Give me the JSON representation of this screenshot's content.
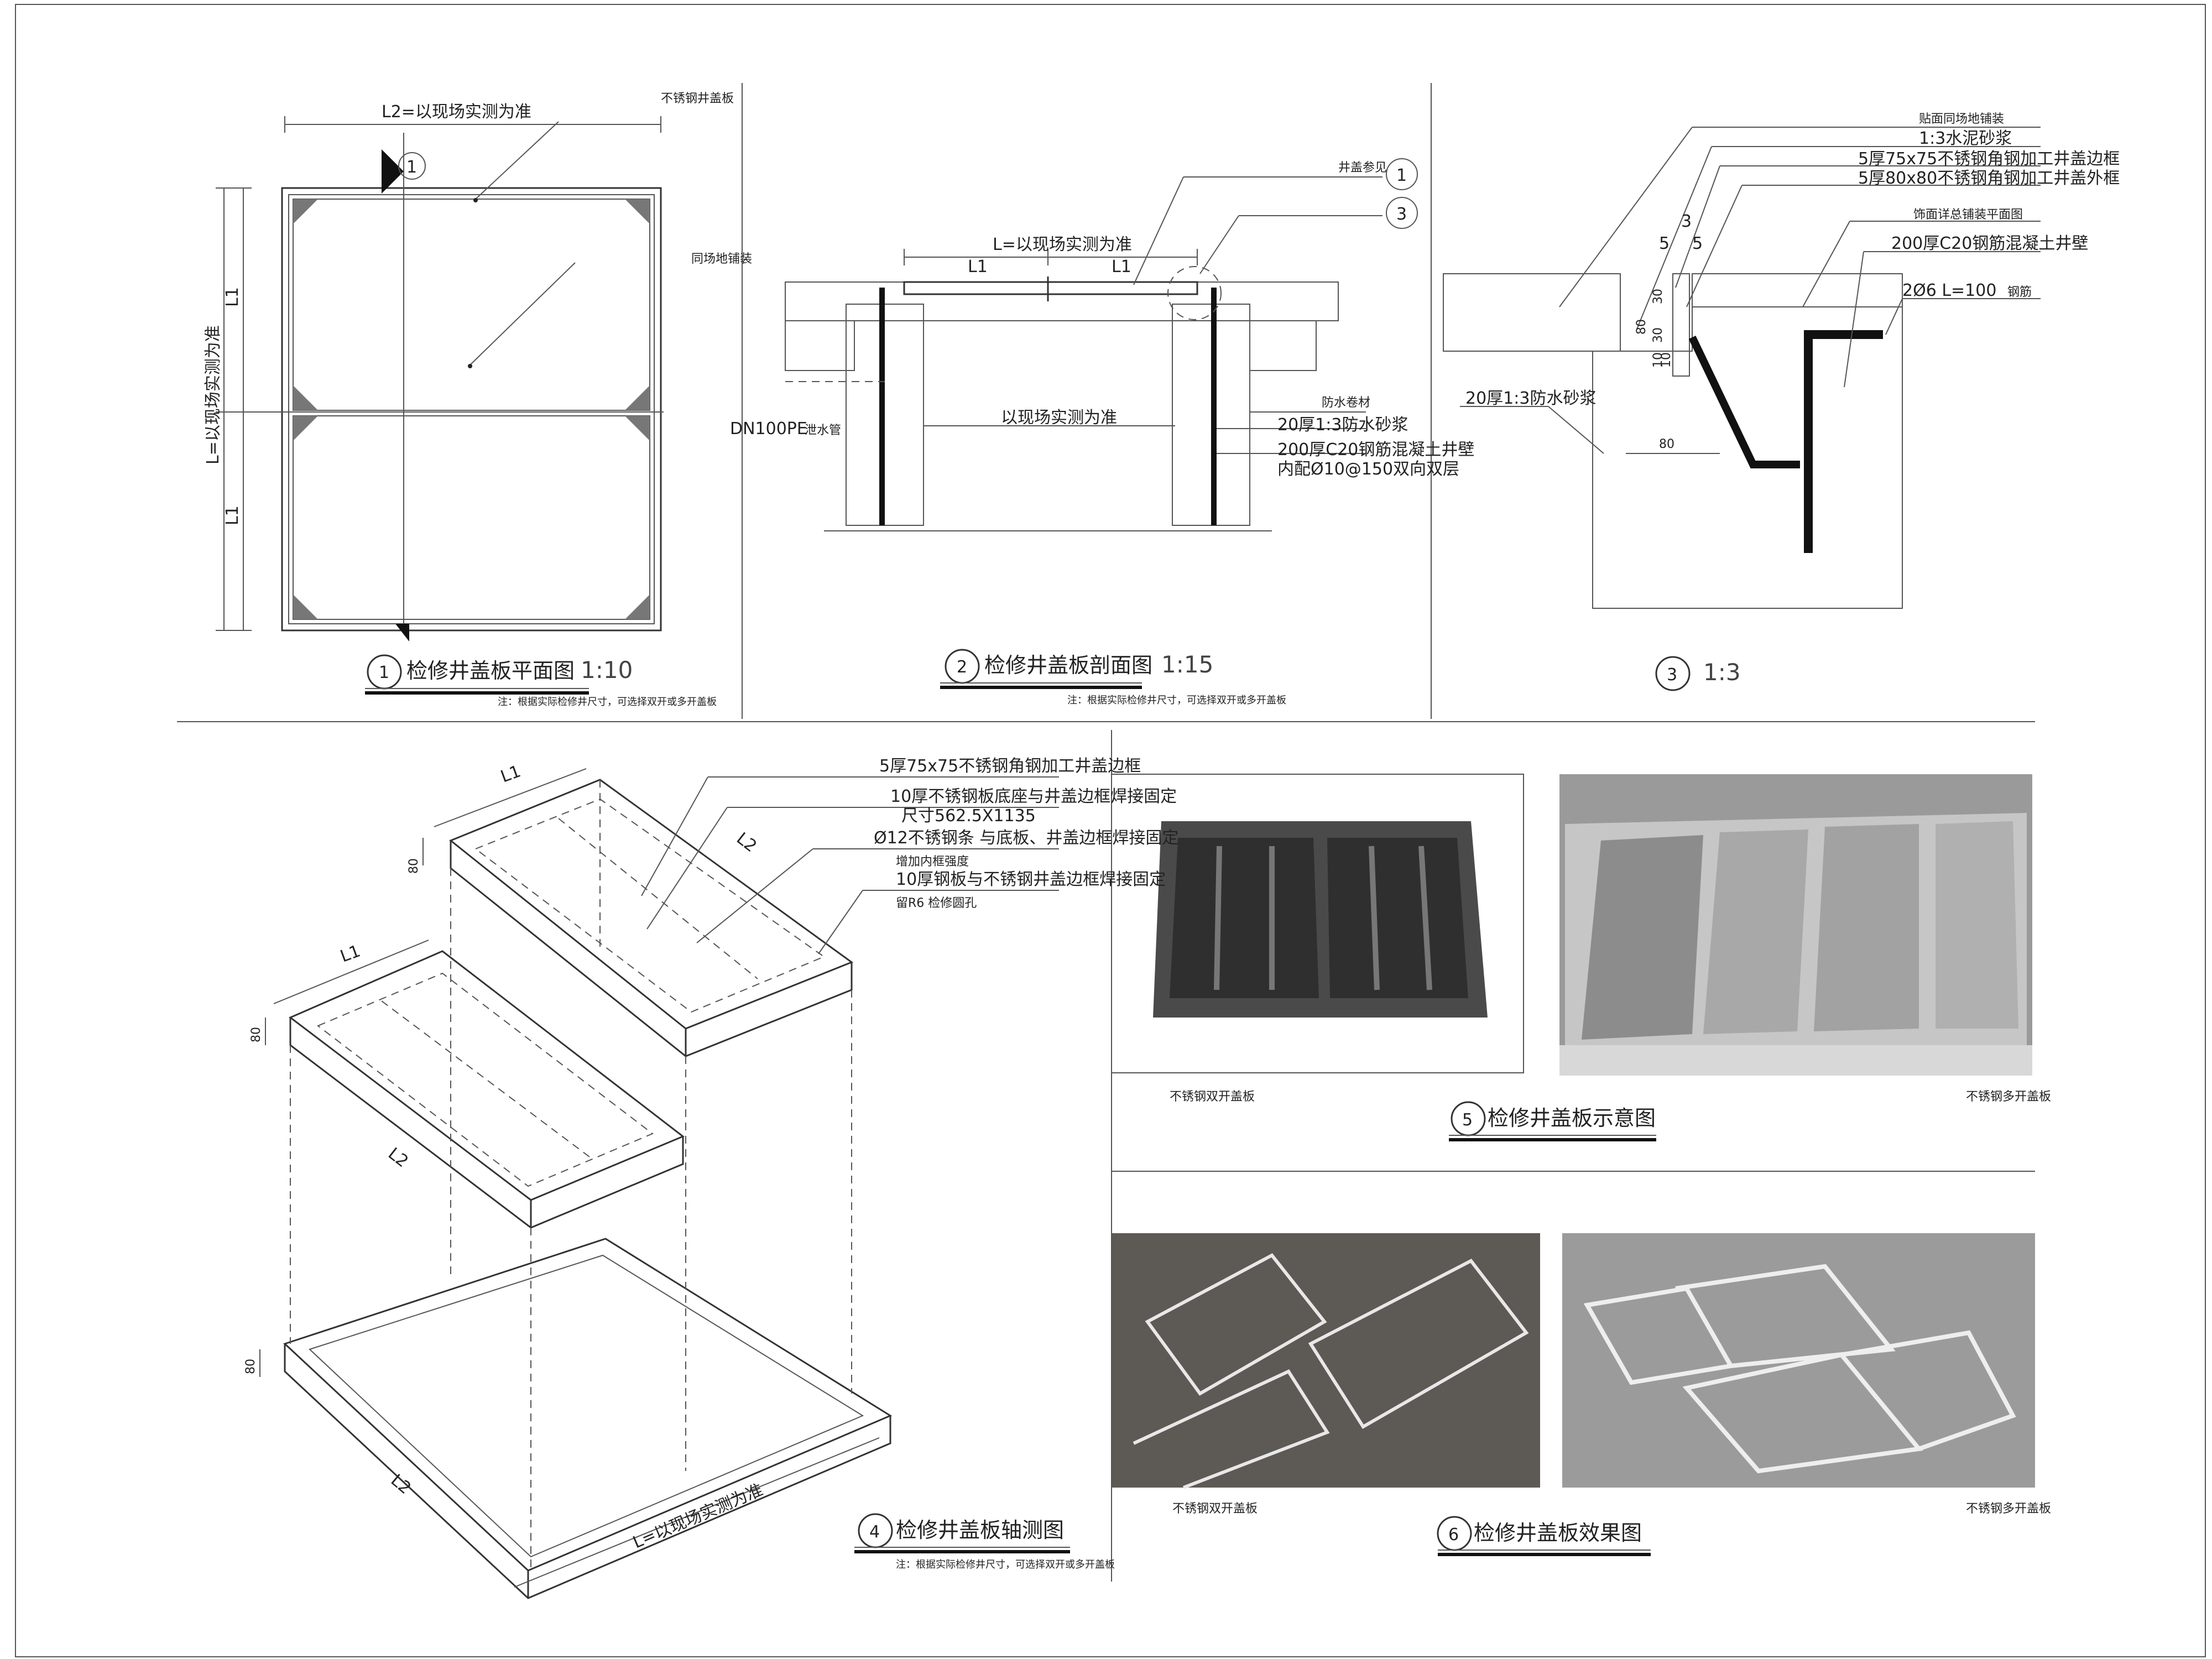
{
  "panel1": {
    "number": "1",
    "title": "检修井盖板平面图",
    "scale": "1:10",
    "dim_top": "L2=以现场实测为准",
    "dim_left": "L=以现场实测为准",
    "dim_l1_a": "L1",
    "dim_l1_b": "L1",
    "callout_top": "不锈钢井盖板",
    "callout_mid": "同场地铺装",
    "section_ref": "1",
    "note": "注：根据实际检修井尺寸，可选择双开或多开盖板"
  },
  "panel2": {
    "number": "2",
    "title": "检修井盖板剖面图",
    "scale": "1:15",
    "dim_top": "L=以现场实测为准",
    "dim_l1_a": "L1",
    "dim_l1_b": "L1",
    "center_label": "以现场实测为准",
    "pipe_label": "DN100PE",
    "pipe_sub": "泄水管",
    "callout_ref_label": "井盖参见",
    "ref_a": "1",
    "ref_b": "3",
    "lbl_waterproof": "防水卷材",
    "lbl_mortar": "20厚1:3防水砂浆",
    "lbl_wall": "200厚C20钢筋混凝土井壁",
    "lbl_rebar": "内配Ø10@150双向双层",
    "note": "注：根据实际检修井尺寸，可选择双开或多开盖板"
  },
  "panel3": {
    "number": "3",
    "scale": "1:3",
    "lbl_1": "贴面同场地铺装",
    "lbl_2": "1:3水泥砂浆",
    "lbl_3": "5厚75x75不锈钢角钢加工井盖边框",
    "lbl_4": "5厚80x80不锈钢角钢加工井盖外框",
    "lbl_5": "饰面详总铺装平面图",
    "lbl_6": "200厚C20钢筋混凝土井壁",
    "lbl_7": "2Ø6 L=100",
    "lbl_7b": "钢筋",
    "lbl_8": "20厚1:3防水砂浆",
    "dim_5a": "5",
    "dim_3": "3",
    "dim_5b": "5",
    "dim_30a": "30",
    "dim_30b": "30",
    "dim_80a": "80",
    "dim_80b": "80",
    "dim_10a": "10",
    "dim_10b": "10"
  },
  "panel4": {
    "number": "4",
    "title": "检修井盖板轴测图",
    "lbl_1": "5厚75x75不锈钢角钢加工井盖边框",
    "lbl_2": "10厚不锈钢板底座与井盖边框焊接固定",
    "lbl_2b": "尺寸562.5X1135",
    "lbl_3": "Ø12不锈钢条  与底板、井盖边框焊接固定",
    "lbl_3b": "增加内框强度",
    "lbl_4": "10厚钢板与不锈钢井盖边框焊接固定",
    "lbl_4b": "留R6 检修圆孔",
    "dim_l1_a": "L1",
    "dim_l1_b": "L1",
    "dim_l2_a": "L2",
    "dim_l2_b": "L2",
    "dim_l2_c": "L2",
    "dim_80_a": "80",
    "dim_80_b": "80",
    "dim_80_c": "80",
    "dim_bottom": "L=以现场实测为准",
    "note": "注：根据实际检修井尺寸，可选择双开或多开盖板"
  },
  "panel5": {
    "number": "5",
    "title": "检修井盖板示意图",
    "caption_left": "不锈钢双开盖板",
    "caption_right": "不锈钢多开盖板"
  },
  "panel6": {
    "number": "6",
    "title": "检修井盖板效果图",
    "caption_left": "不锈钢双开盖板",
    "caption_right": "不锈钢多开盖板"
  }
}
